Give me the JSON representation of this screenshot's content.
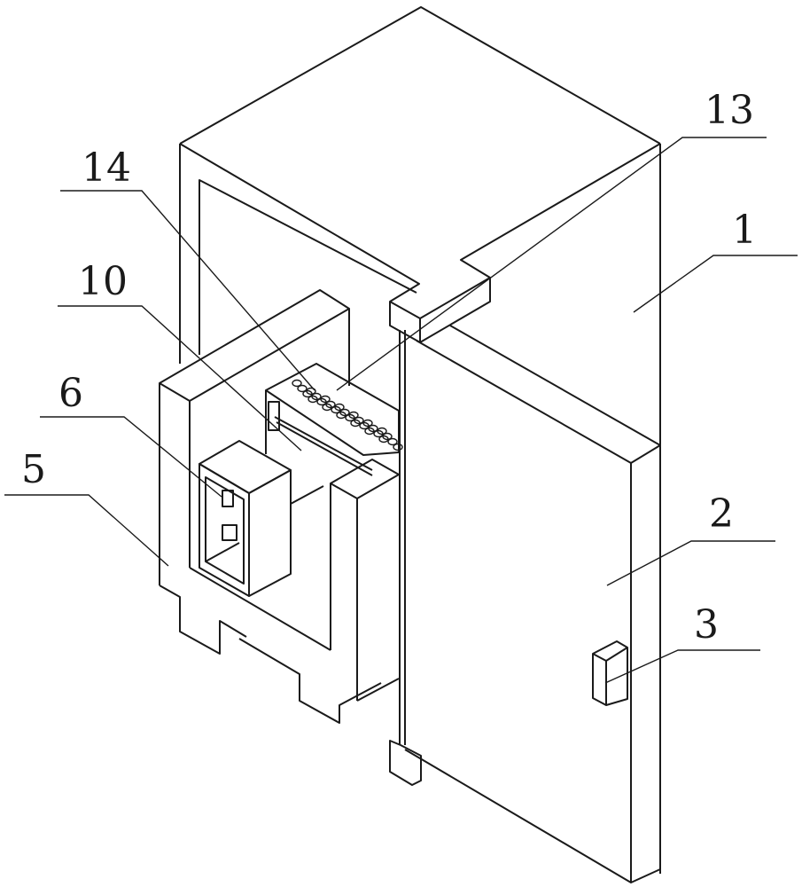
{
  "figure": {
    "labels": [
      {
        "id": "1",
        "text": "1"
      },
      {
        "id": "2",
        "text": "2"
      },
      {
        "id": "3",
        "text": "3"
      },
      {
        "id": "5",
        "text": "5"
      },
      {
        "id": "6",
        "text": "6"
      },
      {
        "id": "10",
        "text": "10"
      },
      {
        "id": "13",
        "text": "13"
      },
      {
        "id": "14",
        "text": "14"
      }
    ],
    "line_color": "#1a1a1a"
  }
}
